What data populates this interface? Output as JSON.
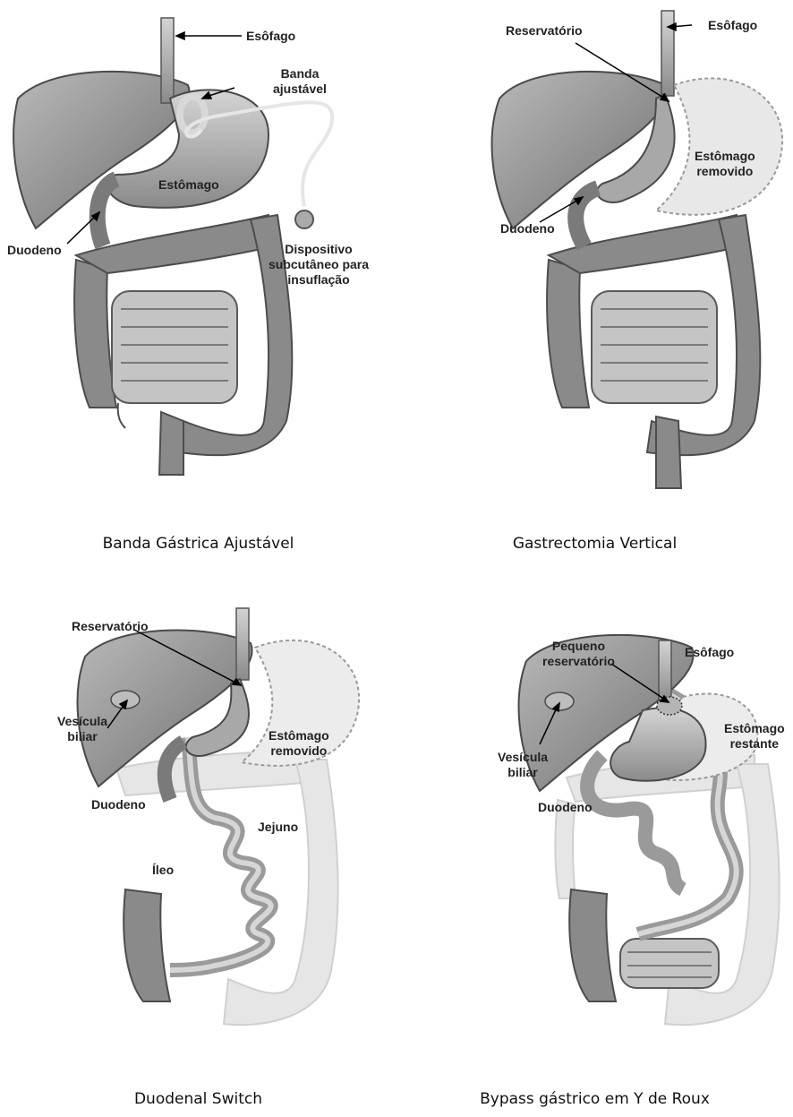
{
  "panels": [
    {
      "caption": "Banda Gástrica Ajustável",
      "labels": {
        "esofago": "Esôfago",
        "banda": "Banda\najustável",
        "estomago": "Estômago",
        "duodeno": "Duodeno",
        "dispositivo": "Dispositivo\nsubcutâneo para\ninsuflação"
      }
    },
    {
      "caption": "Gastrectomia Vertical",
      "labels": {
        "esofago": "Esôfago",
        "reservatorio": "Reservatório",
        "estomago_removido": "Estômago\nremovido",
        "duodeno": "Duodeno"
      }
    },
    {
      "caption": "Duodenal Switch",
      "labels": {
        "reservatorio": "Reservatório",
        "vesicula": "Vesícula\nbiliar",
        "estomago_removido": "Estômago\nremovido",
        "duodeno": "Duodeno",
        "jejuno": "Jejuno",
        "ileo": "Íleo"
      }
    },
    {
      "caption": "Bypass gástrico em Y de Roux",
      "labels": {
        "pequeno_reservatorio": "Pequeno\nreservatório",
        "esofago": "Esôfago",
        "estomago_restante": "Estômago\nrestante",
        "vesicula": "Vesícula\nbiliar",
        "duodeno": "Duodeno"
      }
    }
  ]
}
